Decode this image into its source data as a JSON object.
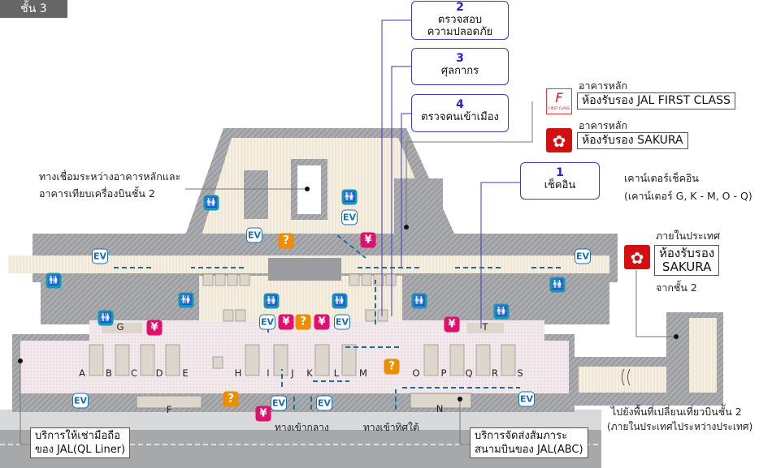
{
  "floor_tab": "ชั้น 3",
  "callouts": [
    {
      "num": "2",
      "text1": "ตรวจสอบ",
      "text2": "ความปลอดภัย"
    },
    {
      "num": "3",
      "text1": "ศุลกากร",
      "text2": ""
    },
    {
      "num": "4",
      "text1": "ตรวจคนเข้าเมือง",
      "text2": ""
    },
    {
      "num": "1",
      "text1": "เช็คอิน",
      "text2": ""
    }
  ],
  "checkin_note": {
    "line1": "เคาน์เตอร์เช็คอิน",
    "line2": "(เคาน์เตอร์ G, K - M, O - Q)"
  },
  "lounges": {
    "first": {
      "building": "อาคารหลัก",
      "name": "ห้องรับรอง JAL FIRST CLASS",
      "logo_text": "FIRST CLASS"
    },
    "sakura_main": {
      "building": "อาคารหลัก",
      "name": "ห้องรับรอง SAKURA",
      "logo_text": "Sakura Lounge"
    },
    "sakura_domestic": {
      "area": "ภายในประเทศ",
      "name1": "ห้องรับรอง",
      "name2": "SAKURA",
      "from": "จากชั้น 2",
      "logo_text": "Sakura Lounge"
    }
  },
  "connection_note": {
    "line1": "ทางเชื่อมระหว่างอาคารหลักและ",
    "line2": "อาคารเทียบเครื่องบินชั้น 2"
  },
  "transfer_note": {
    "line1": "ไปยังพื้นที่เปลี่ยนเที่ยวบินชั้น 2",
    "line2": "(ภายในประเทศไประหว่างประเทศ)"
  },
  "entrances": {
    "center": "ทางเข้ากลาง",
    "south": "ทางเข้าทิศใต้"
  },
  "services": {
    "ql_liner": {
      "line1": "บริการให้เช่ามือถือ",
      "line2": "ของ JAL(QL Liner)"
    },
    "abc": {
      "line1": "บริการจัดส่งสัมภาระ",
      "line2": "สนามบินของ JAL(ABC)"
    }
  },
  "icons": {
    "ev": "EV",
    "info": "?",
    "yen": "¥",
    "restroom": "🚻",
    "lounge": "✿",
    "first": "F"
  },
  "icon_types": [
    "elevator-icon",
    "restroom-icon",
    "information-icon",
    "currency-exchange-icon",
    "lounge-icon"
  ],
  "counters": [
    "A",
    "B",
    "C",
    "D",
    "E",
    "F",
    "G",
    "H",
    "I",
    "J",
    "K",
    "L",
    "M",
    "N",
    "O",
    "P",
    "Q",
    "R",
    "S",
    "T"
  ],
  "colors": {
    "callout_border": "#3a3acc",
    "ev": "#1a6fb5",
    "restroom": "#1596b8",
    "info": "#f08c00",
    "yen": "#e0106e",
    "lounge": "#d40f0f",
    "route": "#1a6fa0"
  }
}
